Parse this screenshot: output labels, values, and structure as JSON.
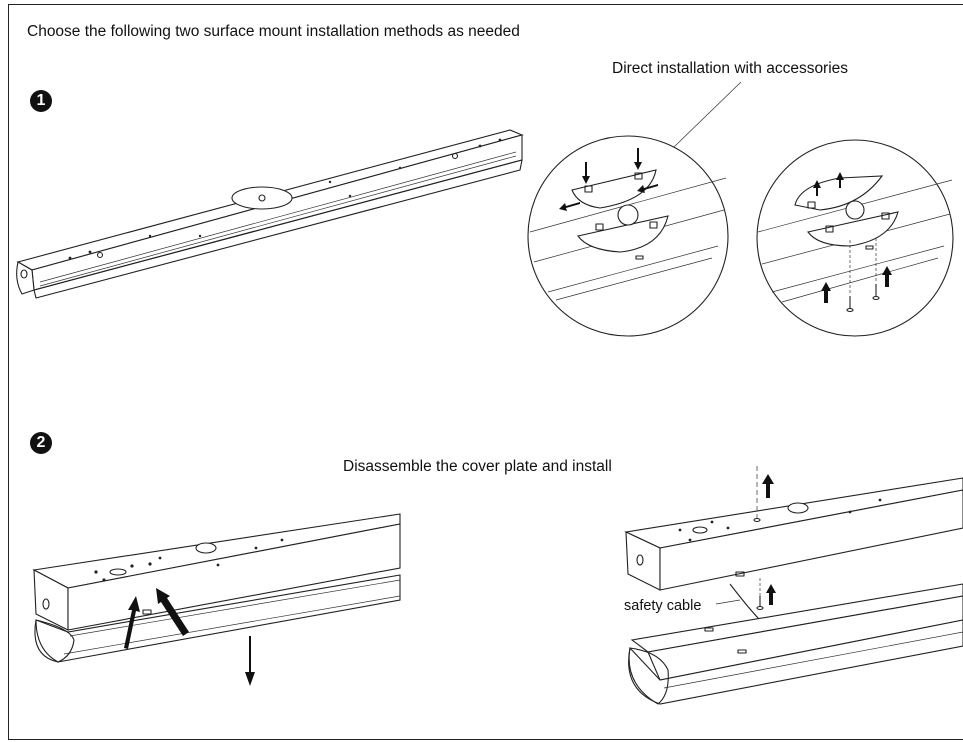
{
  "header": {
    "instruction": "Choose the following two surface mount installation methods as needed"
  },
  "method1": {
    "badge": "1",
    "caption": "Direct installation with accessories"
  },
  "method2": {
    "badge": "2",
    "caption": "Disassemble the cover plate and install",
    "safety_cable_label": "safety cable"
  }
}
